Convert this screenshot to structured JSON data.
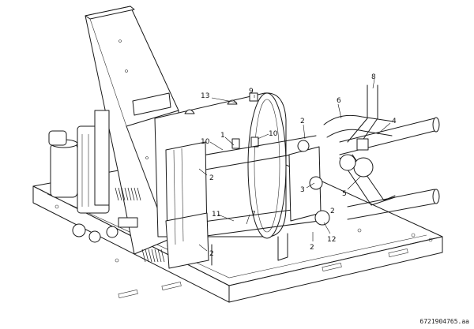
{
  "drawing_ref": "6721904765.aa",
  "callouts": [
    {
      "id": "c1",
      "label": "1"
    },
    {
      "id": "c2a",
      "label": "2"
    },
    {
      "id": "c2b",
      "label": "2"
    },
    {
      "id": "c2c",
      "label": "2"
    },
    {
      "id": "c2d",
      "label": "2"
    },
    {
      "id": "c2e",
      "label": "2"
    },
    {
      "id": "c3",
      "label": "3"
    },
    {
      "id": "c4",
      "label": "4"
    },
    {
      "id": "c5",
      "label": "5"
    },
    {
      "id": "c6",
      "label": "6"
    },
    {
      "id": "c7",
      "label": "7"
    },
    {
      "id": "c8",
      "label": "8"
    },
    {
      "id": "c9",
      "label": "9"
    },
    {
      "id": "c10a",
      "label": "10"
    },
    {
      "id": "c10b",
      "label": "10"
    },
    {
      "id": "c11",
      "label": "11"
    },
    {
      "id": "c12",
      "label": "12"
    },
    {
      "id": "c13",
      "label": "13"
    }
  ]
}
